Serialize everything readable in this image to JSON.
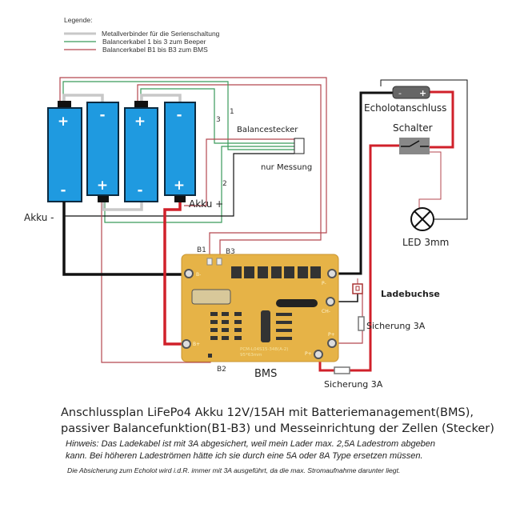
{
  "legend": {
    "title": "Legende:",
    "items": [
      {
        "label": "Metallverbinder für die Serienschaltung",
        "color": "#c8c8c8"
      },
      {
        "label": "Balancerkabel 1 bis 3  zum Beeper",
        "color": "#3a9a5a"
      },
      {
        "label": "Balancerkabel B1 bis B3 zum BMS",
        "color": "#b5474f"
      }
    ]
  },
  "cells": [
    {
      "top": "+",
      "bottom": "-"
    },
    {
      "top": "-",
      "bottom": "+"
    },
    {
      "top": "+",
      "bottom": "-"
    },
    {
      "top": "-",
      "bottom": "+"
    }
  ],
  "labels": {
    "akku_minus": "Akku -",
    "akku_plus": "Akku +",
    "wire_1": "1",
    "wire_2": "2",
    "wire_3": "3",
    "balancestecker": "Balancestecker",
    "nur_messung": "nur Messung",
    "echolot": "Echolotanschluss",
    "echolot_minus": "-",
    "echolot_plus": "+",
    "schalter": "Schalter",
    "led": "LED 3mm",
    "ladebuchse": "Ladebuchse",
    "fuse_charge": "Sicherung 3A",
    "fuse_echolot": "Sicherung 3A",
    "bms": "BMS",
    "b1": "B1",
    "b2": "B2",
    "b3": "B3"
  },
  "bms_board": {
    "terminals": [
      "B-",
      "P-",
      "CH-",
      "P+",
      "B+",
      "P+"
    ],
    "silkscreen": "PCM-L04S15-348(A-2)",
    "size": "95*63mm",
    "color": "#e6b347"
  },
  "colors": {
    "cell_blue": "#1f9ae0",
    "balance_red": "#b5474f",
    "balance_green": "#3a9a5a",
    "power_red": "#d0202a",
    "connector_grey": "#c8c8c8"
  },
  "caption": {
    "line1": "Anschlussplan LiFePo4 Akku 12V/15AH mit Batteriemanagement(BMS),",
    "line2": "passiver Balancefunktion(B1-B3) und Messeinrichtung der Zellen (Stecker)",
    "hint1": "Hinweis: Das Ladekabel ist mit 3A abgesichert, weil mein Lader max. 2,5A Ladestrom abgeben",
    "hint2": "kann. Bei höheren Ladeströmen hätte ich sie durch eine 5A oder 8A Type ersetzen müssen.",
    "hint3": "Die Absicherung zum Echolot wird i.d.R. immer mit 3A ausgeführt, da die max. Stromaufnahme darunter liegt."
  }
}
